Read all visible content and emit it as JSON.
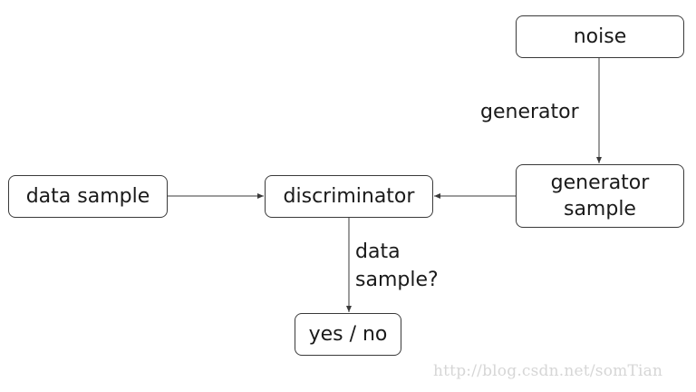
{
  "nodes": {
    "noise": "noise",
    "generator_sample": "generator\nsample",
    "discriminator": "discriminator",
    "data_sample": "data sample",
    "yes_no": "yes / no"
  },
  "edge_labels": {
    "generator": "generator",
    "data_sample_question": "data\nsample?"
  },
  "watermark": "http://blog.csdn.net/somTian",
  "colors": {
    "line": "#3a3a3a",
    "box_border": "#3a3a3a",
    "text": "#1a1a1a",
    "watermark": "#d6d6d6"
  }
}
